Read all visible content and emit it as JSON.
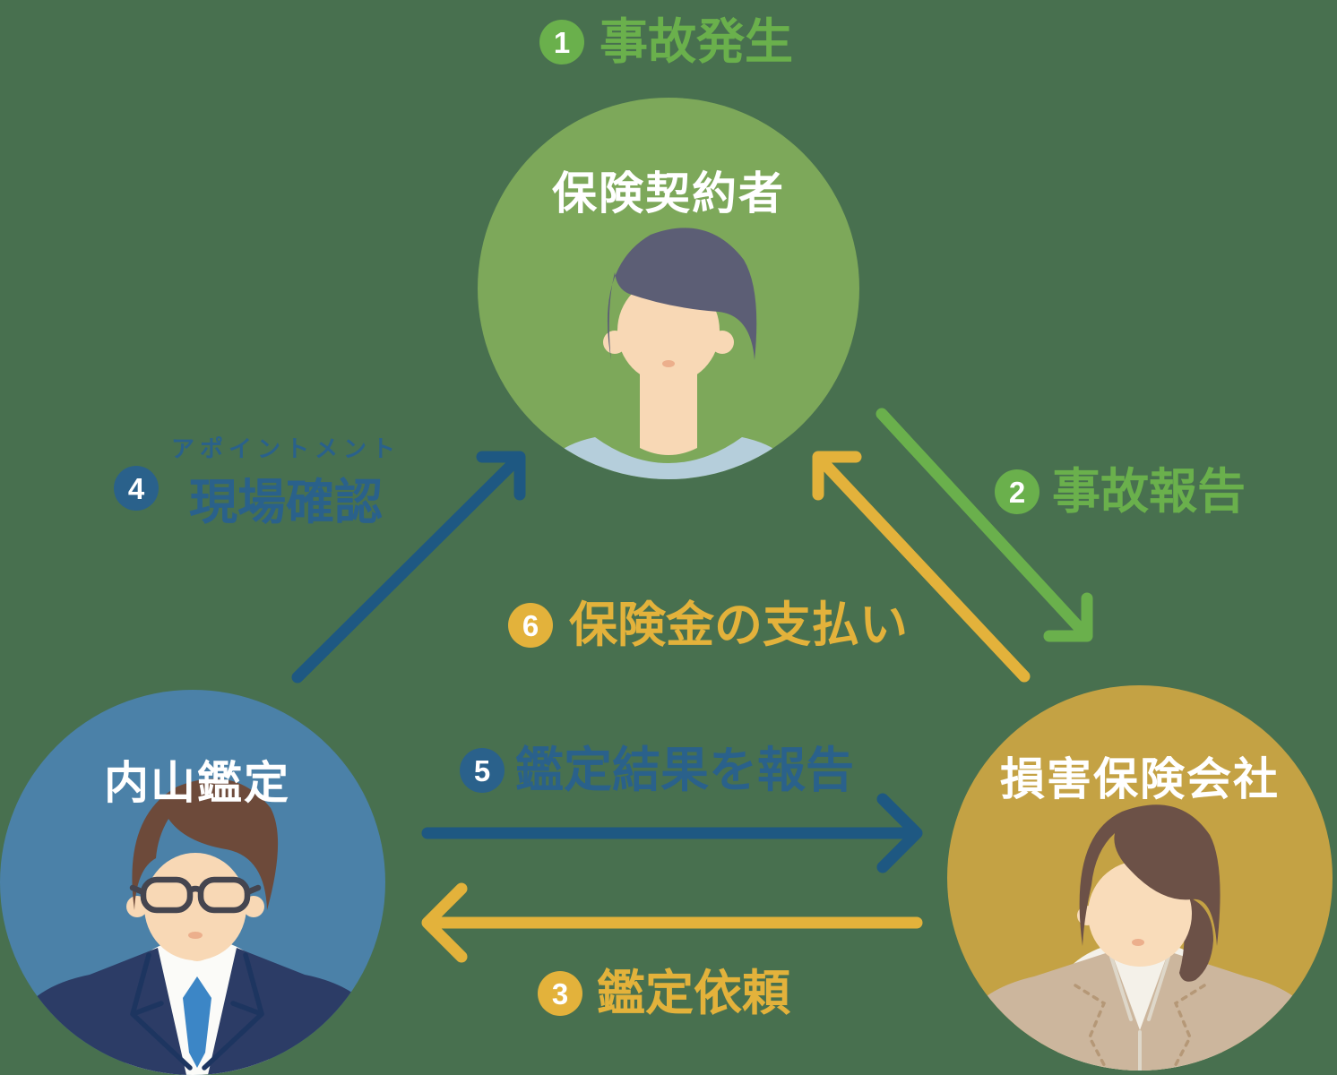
{
  "nodes": {
    "policyholder": {
      "label": "保険契約者",
      "color": "#7DA85A",
      "avatar": "man-person-icon"
    },
    "appraiser": {
      "label": "内山鑑定",
      "color": "#4B81A8",
      "avatar": "man-glasses-suit-person-icon"
    },
    "insurer": {
      "label": "損害保険会社",
      "color": "#C4A244",
      "avatar": "woman-ponytail-person-icon"
    }
  },
  "steps": [
    {
      "num": "1",
      "label": "事故発生",
      "color": "#6AB04C"
    },
    {
      "num": "2",
      "label": "事故報告",
      "color": "#6AB04C"
    },
    {
      "num": "3",
      "label": "鑑定依頼",
      "color": "#E3B23B"
    },
    {
      "num": "4",
      "label": "現場確認",
      "sublabel": "アポイントメント",
      "color": "#2A618B"
    },
    {
      "num": "5",
      "label": "鑑定結果を報告",
      "color": "#2A618B"
    },
    {
      "num": "6",
      "label": "保険金の支払い",
      "color": "#E3B23B"
    }
  ],
  "arrows": [
    {
      "step": "2",
      "from": "policyholder",
      "to": "insurer",
      "color": "#6AB04C"
    },
    {
      "step": "3",
      "from": "insurer",
      "to": "appraiser",
      "color": "#E3B23B"
    },
    {
      "step": "4",
      "from": "appraiser",
      "to": "policyholder",
      "color": "#1E5882"
    },
    {
      "step": "5",
      "from": "appraiser",
      "to": "insurer",
      "color": "#1E5882"
    },
    {
      "step": "6",
      "from": "insurer",
      "to": "policyholder",
      "color": "#E3B23B"
    }
  ],
  "colors": {
    "background": "#48704F",
    "node_green": "#7DA85A",
    "node_blue": "#4B81A8",
    "node_gold": "#C4A244",
    "accent_green": "#6AB04C",
    "accent_gold": "#E3B23B",
    "accent_blue_text": "#2A618B",
    "accent_blue_arrow": "#1E5882",
    "white": "#FFFFFF",
    "skin": "#F8D8B5",
    "skin_light": "#F9DCBA",
    "mouth": "#ECAF8C",
    "hair_navy": "#5C5E75",
    "shirt_blue": "#B5CEDB",
    "hair_brown": "#6D4A3A",
    "suit_navy": "#2C3C66",
    "suit_line": "#1D3560",
    "tie_blue": "#3C86C6",
    "glasses": "#45454F",
    "shirt_white": "#FBFBF8",
    "hair_dark_brown": "#6C5147",
    "jacket_beige": "#CCB69D",
    "jacket_stitch": "#B59877",
    "blouse_white": "#F4F1E9",
    "blouse_line": "#DED7C9"
  }
}
